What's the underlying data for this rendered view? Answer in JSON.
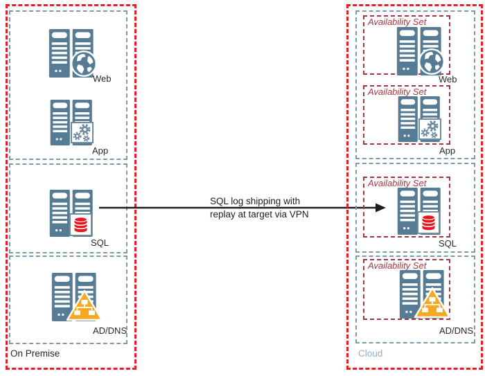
{
  "on_premise": {
    "label": "On Premise",
    "tiers": [
      {
        "label": "Web",
        "icon": "globe-icon"
      },
      {
        "label": "App",
        "icon": "gears-icon"
      },
      {
        "label": "SQL",
        "icon": "database-icon"
      },
      {
        "label": "AD/DNS",
        "icon": "directory-triangle-icon"
      }
    ]
  },
  "cloud": {
    "label": "Cloud",
    "availability_sets": [
      {
        "label": "Availability Set",
        "tier": {
          "label": "Web",
          "icon": "globe-icon"
        }
      },
      {
        "label": "Availability Set",
        "tier": {
          "label": "App",
          "icon": "gears-icon"
        }
      },
      {
        "label": "Availability Set",
        "tier": {
          "label": "SQL",
          "icon": "database-icon"
        }
      },
      {
        "label": "Availability Set",
        "tier": {
          "label": "AD/DNS",
          "icon": "directory-triangle-icon"
        }
      }
    ]
  },
  "arrow": {
    "label_line1": "SQL log shipping with",
    "label_line2": "replay at target via VPN"
  },
  "colors": {
    "boundary_red": "#ec1c24",
    "availability_set_red": "#a6353f",
    "network_boundary_blue": "#7d9aad",
    "server_blue": "#567b94",
    "database_red": "#e8161d",
    "ad_dns_amber": "#f7a821",
    "cloud_label_blue": "#93aec3",
    "text": "#262626"
  }
}
